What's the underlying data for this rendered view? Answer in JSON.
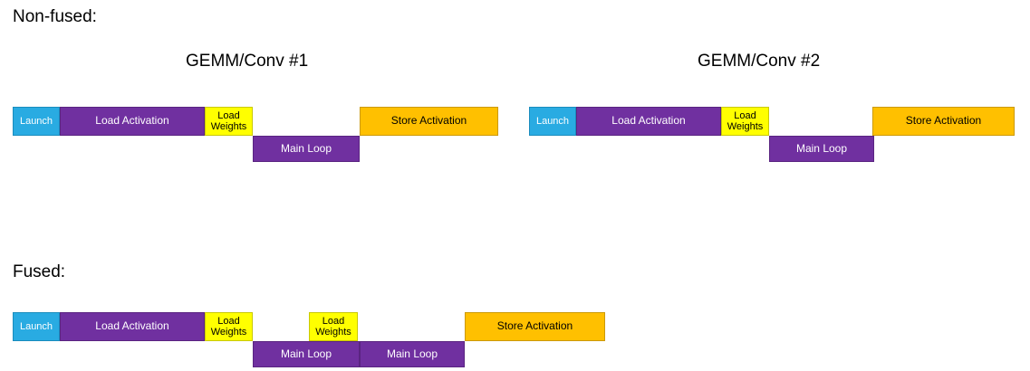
{
  "headings": {
    "non_fused": "Non-fused:",
    "fused": "Fused:"
  },
  "sections": {
    "gemm1": "GEMM/Conv #1",
    "gemm2": "GEMM/Conv #2"
  },
  "blocks": {
    "launch": "Launch",
    "load_activation": "Load Activation",
    "load_weights": "Load Weights",
    "main_loop": "Main Loop",
    "store_activation": "Store Activation"
  },
  "colors": {
    "launch_fill": "#29ABE2",
    "compute_fill": "#7030A0",
    "weights_fill": "#FFFF00",
    "store_fill": "#FFC000"
  }
}
